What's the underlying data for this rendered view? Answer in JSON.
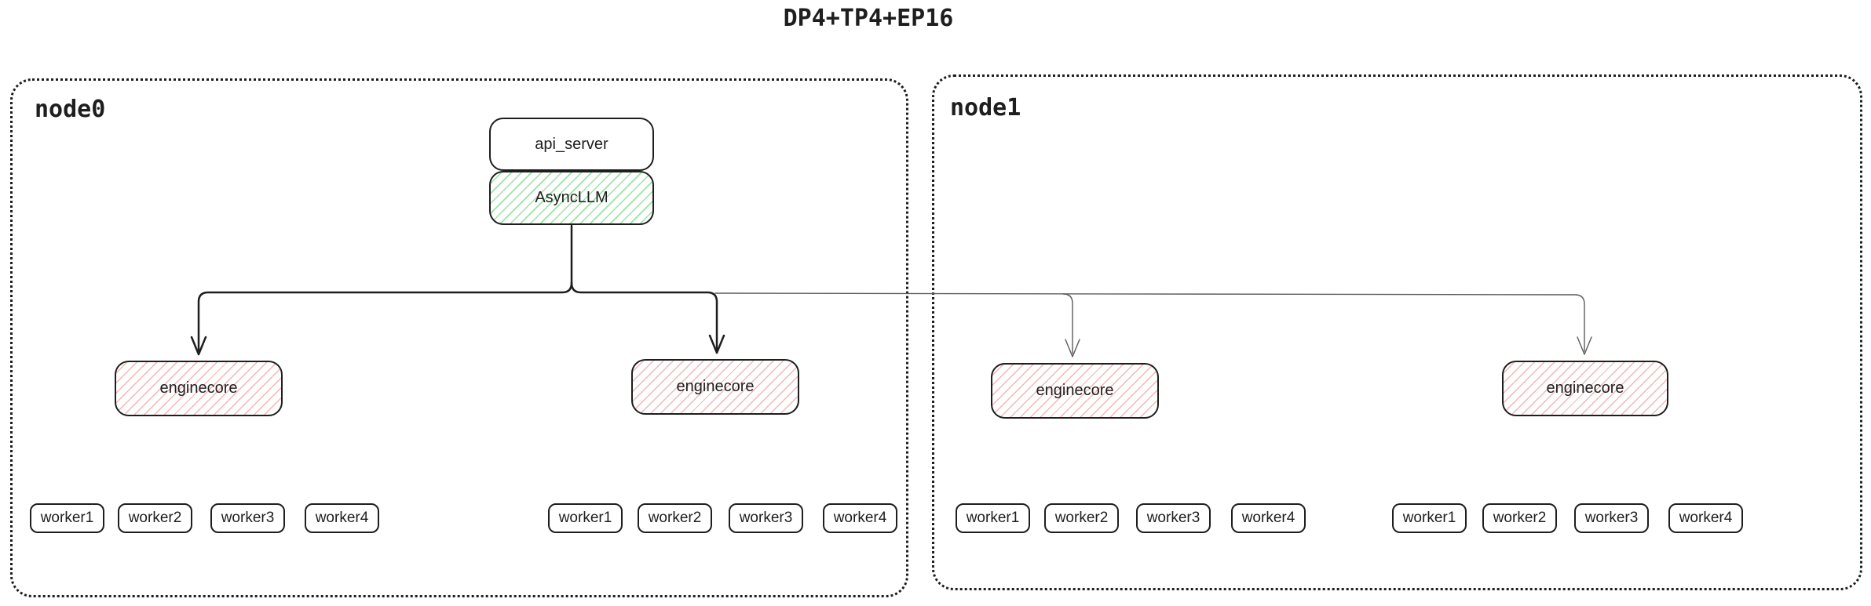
{
  "title": "DP4+TP4+EP16",
  "colors": {
    "ink": "#1e1e1e",
    "green_hatch": "#96e6a0",
    "pink_hatch": "#f5b5b5",
    "gray_line": "#5c5c5c"
  },
  "nodes": [
    {
      "label": "node0",
      "api_server": "api_server",
      "asyncllm": "AsyncLLM",
      "enginecores": [
        {
          "label": "enginecore",
          "workers": [
            "worker1",
            "worker2",
            "worker3",
            "worker4"
          ]
        },
        {
          "label": "enginecore",
          "workers": [
            "worker1",
            "worker2",
            "worker3",
            "worker4"
          ]
        }
      ]
    },
    {
      "label": "node1",
      "enginecores": [
        {
          "label": "enginecore",
          "workers": [
            "worker1",
            "worker2",
            "worker3",
            "worker4"
          ]
        },
        {
          "label": "enginecore",
          "workers": [
            "worker1",
            "worker2",
            "worker3",
            "worker4"
          ]
        }
      ]
    }
  ]
}
